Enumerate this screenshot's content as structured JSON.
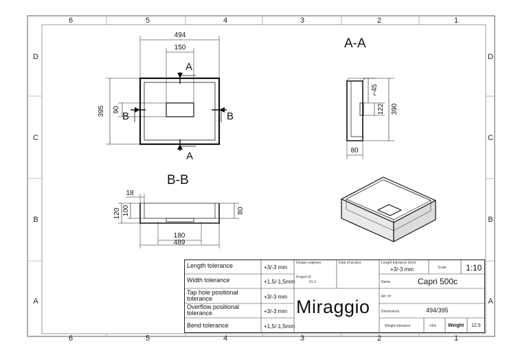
{
  "frame": {
    "columns_top": [
      "6",
      "5",
      "4",
      "3",
      "2",
      "1"
    ],
    "columns_bottom": [
      "6",
      "5",
      "4",
      "3",
      "2",
      "1"
    ],
    "rows_left": [
      "D",
      "C",
      "B",
      "A"
    ],
    "rows_right": [
      "D",
      "C",
      "B",
      "A"
    ]
  },
  "views": {
    "top": {
      "width_label": "494",
      "inner_label": "150",
      "height_label": "395",
      "drain_height_label": "90",
      "section_a_top": "A",
      "section_a_bottom": "A",
      "section_b_left": "B",
      "section_b_right": "B"
    },
    "section_aa": {
      "title": "A-A",
      "label_45": "⌐45",
      "label_122": "122",
      "label_390": "390",
      "label_80": "80"
    },
    "section_bb": {
      "title": "B-B",
      "label_18": "18",
      "label_120": "120",
      "label_100": "100",
      "label_80": "80",
      "label_180": "180",
      "label_489": "489"
    }
  },
  "title_block": {
    "rows": [
      {
        "label": "Length tolerance",
        "value": "+3/-3 mm"
      },
      {
        "label": "Width tolerance",
        "value": "+1,5/-1,5mm"
      },
      {
        "label": "Tap hole positional tolerance",
        "value": "+3/-3 mm"
      },
      {
        "label": "Overflow positional tolerance",
        "value": "+3/-3 mm"
      },
      {
        "label": "Bend tolerance",
        "value": "+1,5/-1,5mm"
      }
    ],
    "design_engineer": "Design engineer",
    "date_of_project": "Date of project",
    "project_id_label": "Project ID",
    "project_id_value": "01.3",
    "length_tolerance_mm_label": "Lenght tolerance (mm)",
    "length_tolerance_mm_value": "+3/-3 mm",
    "scale_label": "Scale",
    "scale_value": "1:10",
    "name_label": "Name",
    "name_value": "Capri 500c",
    "art_no_label": "Art. Nº",
    "dimensions_label": "Dimensions",
    "dimensions_value": "494/395",
    "weight_tolerance_label": "Weight tolerance",
    "weight_tolerance_value": "±3%",
    "weight_label": "Weight",
    "weight_value": "12.5",
    "brand": "Miraggio"
  }
}
